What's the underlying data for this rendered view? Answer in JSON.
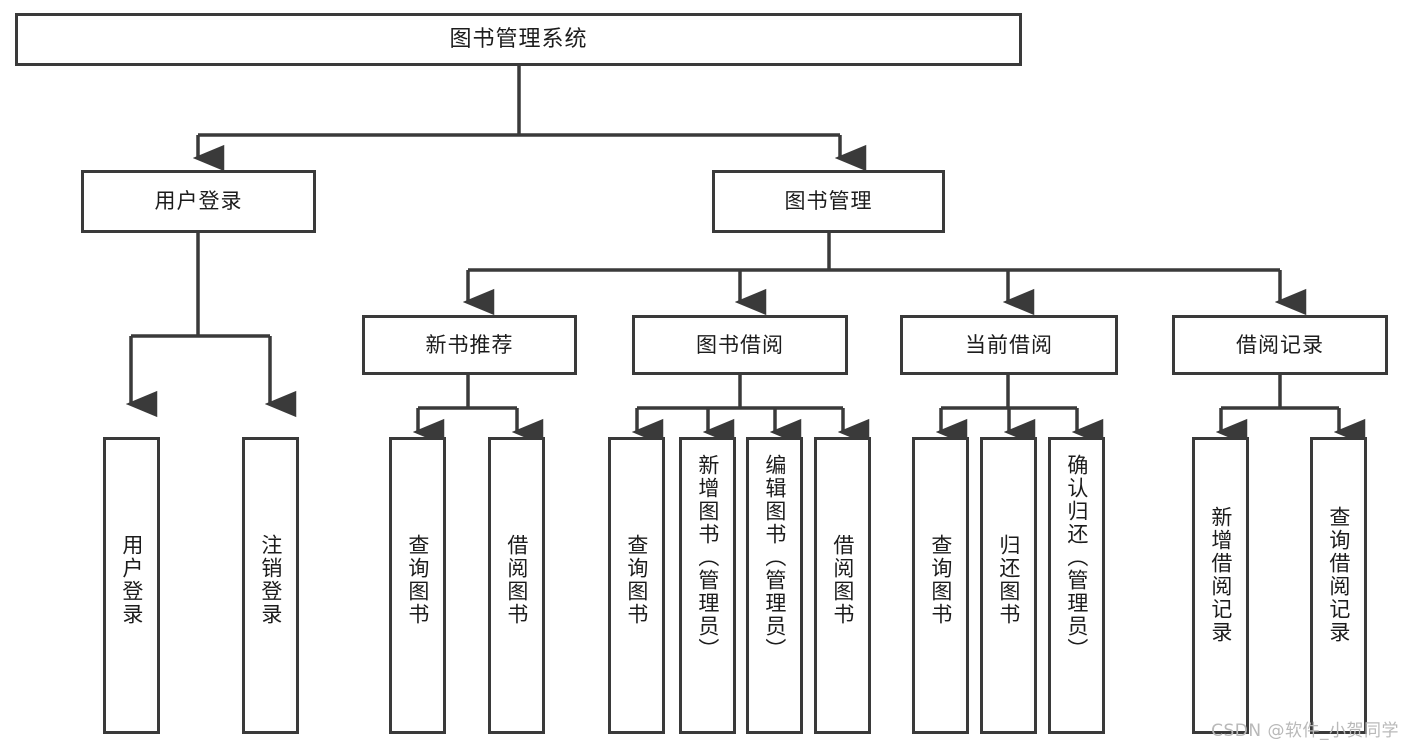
{
  "diagram": {
    "title": "图书管理系统",
    "watermark": "CSDN @软件_小贺同学",
    "root": {
      "label": "图书管理系统"
    },
    "tier2": [
      {
        "label": "用户登录"
      },
      {
        "label": "图书管理"
      }
    ],
    "tier3": [
      {
        "label": "新书推荐"
      },
      {
        "label": "图书借阅"
      },
      {
        "label": "当前借阅"
      },
      {
        "label": "借阅记录"
      }
    ],
    "leaves": {
      "user_login": [
        {
          "label": "用户登录"
        },
        {
          "label": "注销登录"
        }
      ],
      "new_book_recommend": [
        {
          "label": "查询图书"
        },
        {
          "label": "借阅图书"
        }
      ],
      "book_borrow": [
        {
          "label": "查询图书"
        },
        {
          "label": "新增图书（管理员）"
        },
        {
          "label": "编辑图书（管理员）"
        },
        {
          "label": "借阅图书"
        }
      ],
      "current_borrow": [
        {
          "label": "查询图书"
        },
        {
          "label": "归还图书"
        },
        {
          "label": "确认归还（管理员）"
        }
      ],
      "borrow_record": [
        {
          "label": "新增借阅记录"
        },
        {
          "label": "查询借阅记录"
        }
      ]
    },
    "colors": {
      "stroke": "#3a3a3a",
      "fill": "#ffffff",
      "text": "#1c1c1c",
      "watermark": "#b9b9b9"
    }
  }
}
